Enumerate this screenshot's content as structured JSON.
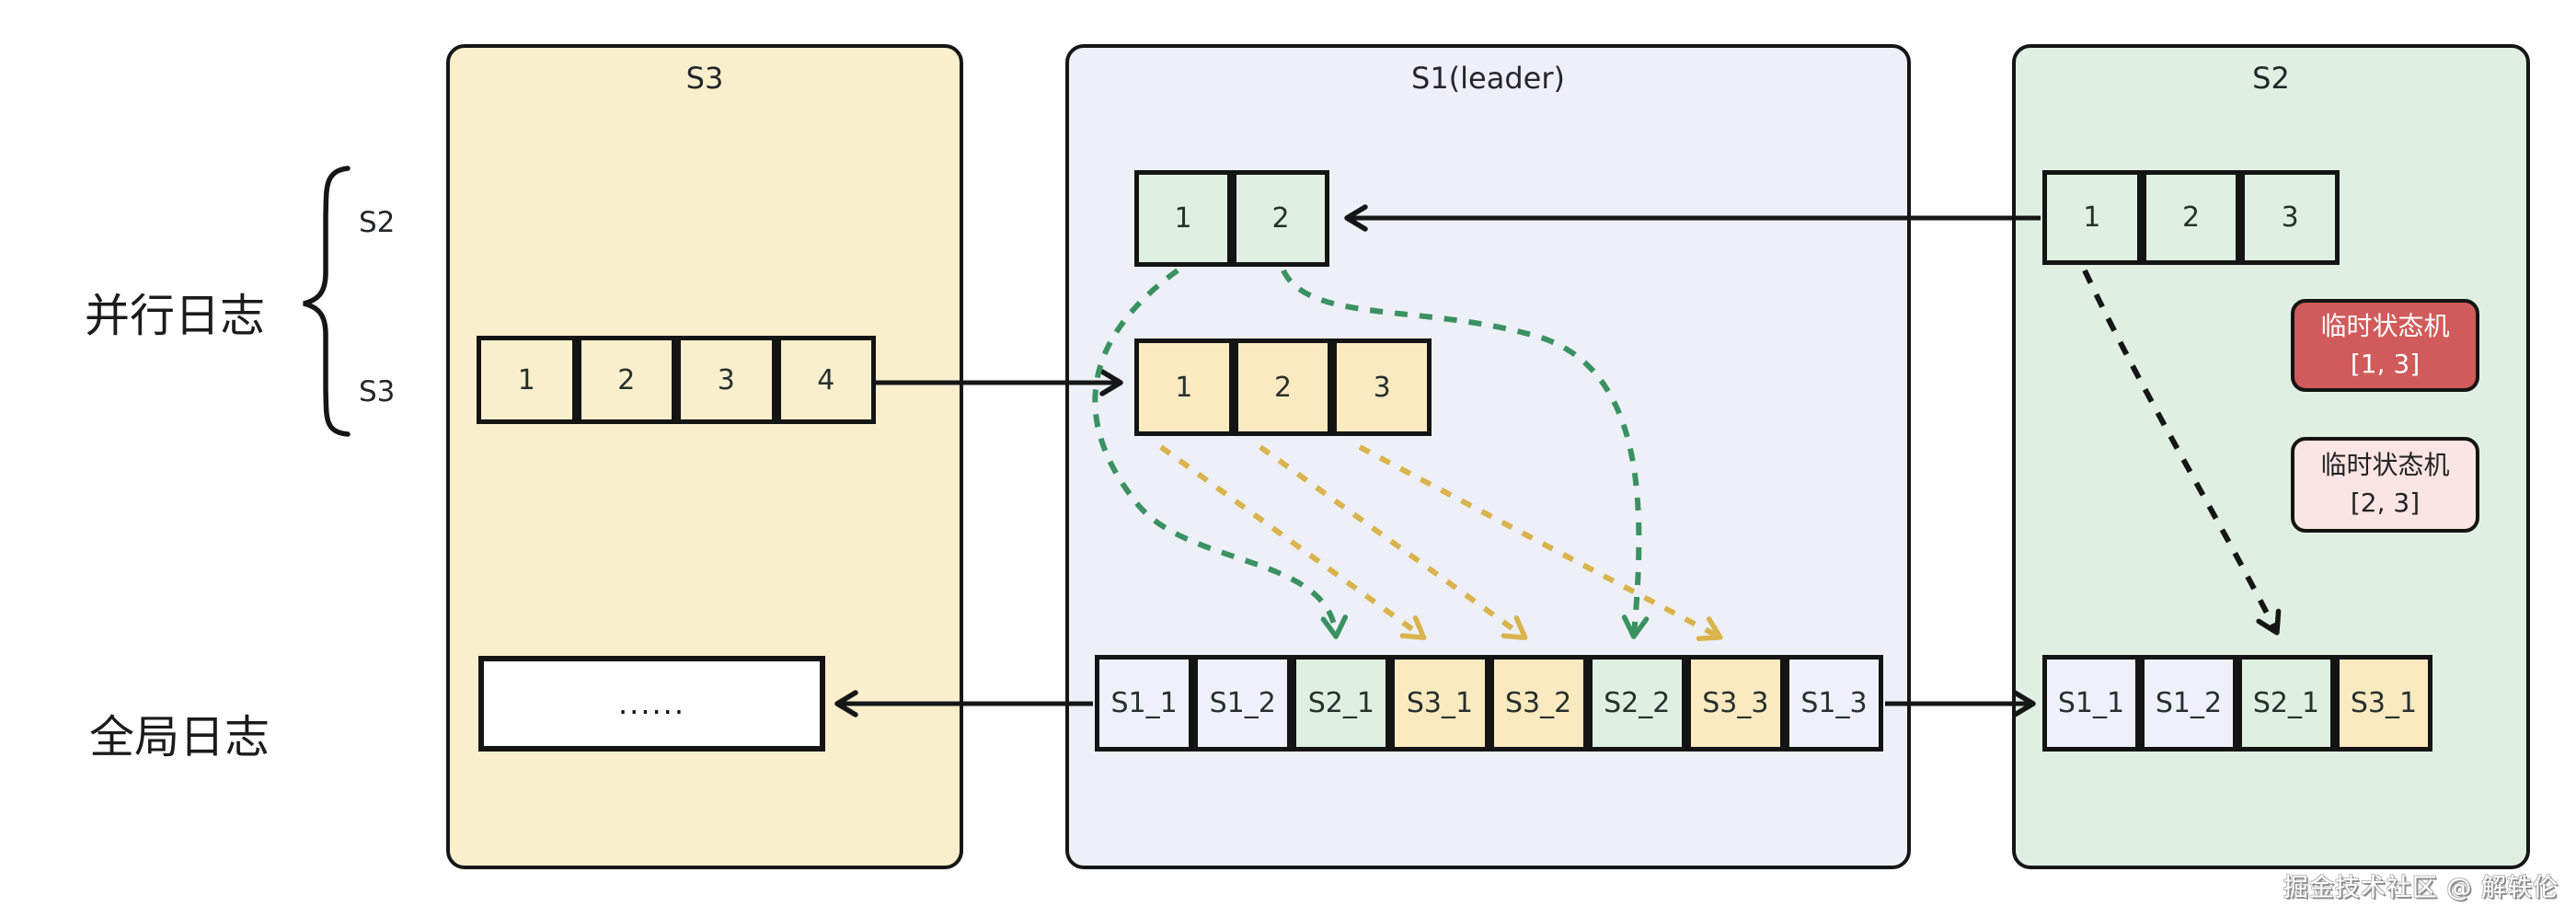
{
  "palette": {
    "panel_cream": "#faefcd",
    "panel_lavender": "#edf0f7",
    "panel_green": "#dff0e2",
    "box_yellow": "#fbeac0",
    "box_green": "#def0e0",
    "box_lavender": "#eef1fb",
    "box_white": "#ffffff",
    "state_machine_red": "#d15a5a",
    "state_machine_pink": "#fbe4e4",
    "dash_green": "#3a9162",
    "dash_yellow": "#d9b34c",
    "ink": "#161616"
  },
  "left_labels": {
    "parallel_log": "并行日志",
    "global_log": "全局日志",
    "brace_top": "S2",
    "brace_bottom": "S3"
  },
  "panels": {
    "s3": {
      "title": "S3",
      "log": [
        "1",
        "2",
        "3",
        "4"
      ],
      "global_box": "......"
    },
    "s1": {
      "title": "S1(leader)",
      "from_s2": [
        "1",
        "2"
      ],
      "from_s3": [
        "1",
        "2",
        "3"
      ],
      "global_log": [
        {
          "label": "S1_1"
        },
        {
          "label": "S1_2"
        },
        {
          "label": "S2_1"
        },
        {
          "label": "S3_1"
        },
        {
          "label": "S3_2"
        },
        {
          "label": "S2_2"
        },
        {
          "label": "S3_3"
        },
        {
          "label": "S1_3"
        }
      ]
    },
    "s2": {
      "title": "S2",
      "log": [
        "1",
        "2",
        "3"
      ],
      "state_machines": [
        {
          "line1": "临时状态机",
          "line2": "[1, 3]"
        },
        {
          "line1": "临时状态机",
          "line2": "[2, 3]"
        }
      ],
      "global_log": [
        {
          "label": "S1_1"
        },
        {
          "label": "S1_2"
        },
        {
          "label": "S2_1"
        },
        {
          "label": "S3_1"
        }
      ]
    }
  },
  "watermark": "掘金技术社区 @ 解轶伦"
}
